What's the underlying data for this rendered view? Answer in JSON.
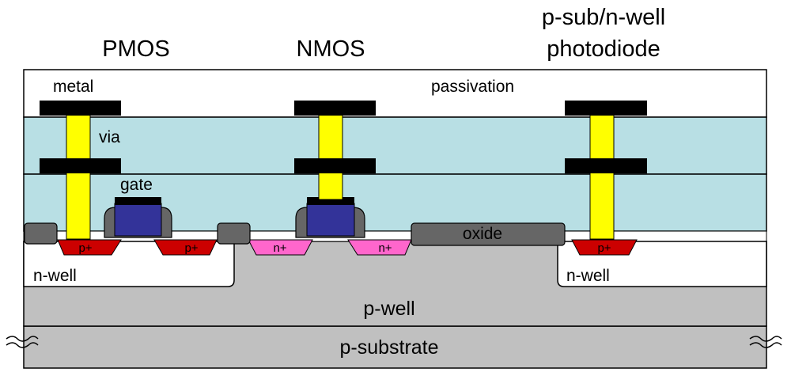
{
  "headers": {
    "pmos": "PMOS",
    "nmos": "NMOS",
    "photodiode_line1": "p-sub/n-well",
    "photodiode_line2": "photodiode"
  },
  "labels": {
    "metal": "metal",
    "via": "via",
    "gate": "gate",
    "passivation": "passivation",
    "oxide": "oxide",
    "n_well_left": "n-well",
    "n_well_right": "n-well",
    "p_well": "p-well",
    "p_substrate": "p-substrate",
    "pplus_1": "p+",
    "pplus_2": "p+",
    "pplus_3": "p+",
    "nplus_1": "n+",
    "nplus_2": "n+"
  },
  "colors": {
    "dielectric": "#b8dfe4",
    "metal": "#000000",
    "via": "#ffff00",
    "poly_gate": "#333399",
    "spacer_oxide": "#666666",
    "p_well": "#c0c0c0",
    "n_well": "#ffffff",
    "p_plus": "#cc0000",
    "n_plus": "#ff66cc"
  }
}
